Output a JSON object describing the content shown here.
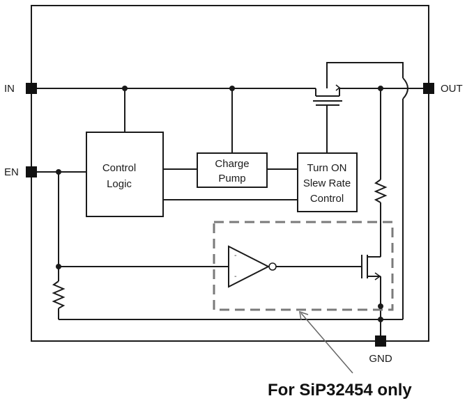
{
  "pins": {
    "in": "IN",
    "en": "EN",
    "out": "OUT",
    "gnd": "GND"
  },
  "blocks": {
    "control_logic": [
      "Control",
      "Logic"
    ],
    "charge_pump": [
      "Charge",
      "Pump"
    ],
    "slew_rate": [
      "Turn ON",
      "Slew Rate",
      "Control"
    ]
  },
  "annotation": "For SiP32454 only",
  "colors": {
    "line": "#1a1a1a",
    "dashed_box": "#7a7a7a",
    "pointer": "#666666"
  }
}
